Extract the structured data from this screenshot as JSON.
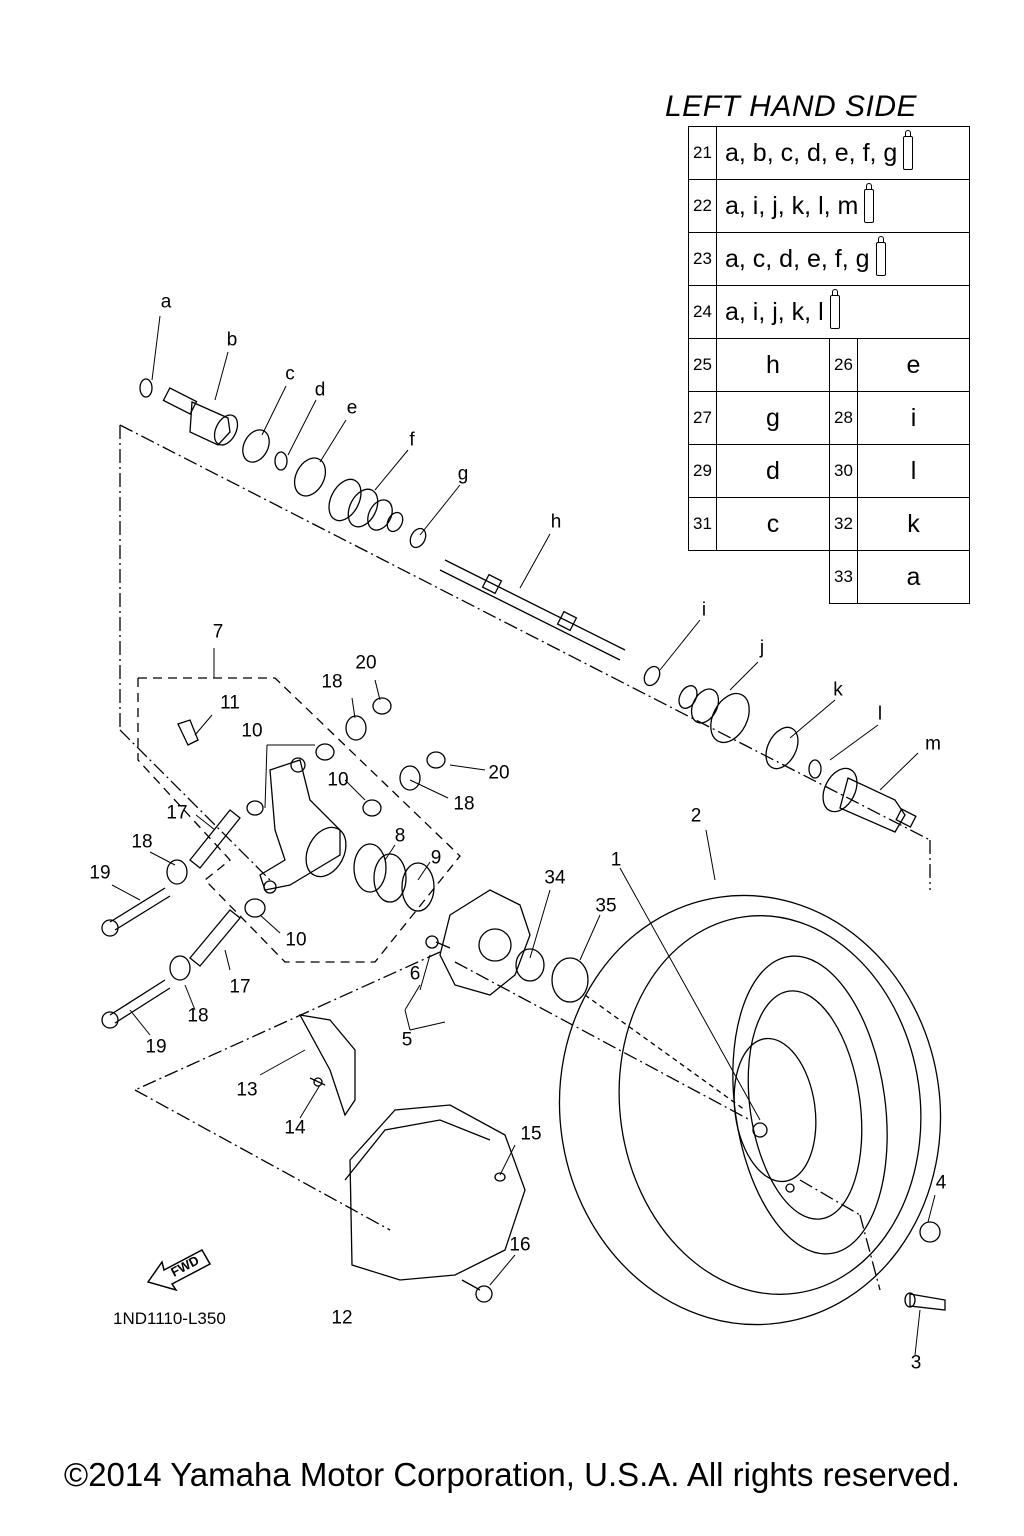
{
  "title": "LEFT HAND SIDE",
  "table": [
    {
      "num": "21",
      "value": "a, b, c, d, e, f, g",
      "tube": true
    },
    {
      "num": "22",
      "value": "a, i, j, k, l, m",
      "tube": true
    },
    {
      "num": "23",
      "value": "a, c, d, e, f, g",
      "tube": true
    },
    {
      "num": "24",
      "value": "a, i, j, k, l",
      "tube": true
    },
    {
      "pair": [
        {
          "num": "25",
          "value": "h"
        },
        {
          "num": "26",
          "value": "e"
        }
      ]
    },
    {
      "pair": [
        {
          "num": "27",
          "value": "g"
        },
        {
          "num": "28",
          "value": "i"
        }
      ]
    },
    {
      "pair": [
        {
          "num": "29",
          "value": "d"
        },
        {
          "num": "30",
          "value": "l"
        }
      ]
    },
    {
      "pair": [
        {
          "num": "31",
          "value": "c"
        },
        {
          "num": "32",
          "value": "k"
        }
      ]
    },
    {
      "single": {
        "num": "33",
        "value": "a"
      }
    }
  ],
  "callouts": {
    "a": "a",
    "b": "b",
    "c": "c",
    "d": "d",
    "e": "e",
    "f": "f",
    "g": "g",
    "h": "h",
    "i": "i",
    "j": "j",
    "k": "k",
    "l": "l",
    "m": "m",
    "n1": "1",
    "n2": "2",
    "n3": "3",
    "n4": "4",
    "n5": "5",
    "n6": "6",
    "n7": "7",
    "n8": "8",
    "n9": "9",
    "n10a": "10",
    "n10b": "10",
    "n10c": "10",
    "n11": "11",
    "n12": "12",
    "n13": "13",
    "n14": "14",
    "n15": "15",
    "n16": "16",
    "n17a": "17",
    "n17b": "17",
    "n18a": "18",
    "n18b": "18",
    "n18c": "18",
    "n18d": "18",
    "n19a": "19",
    "n19b": "19",
    "n20a": "20",
    "n20b": "20",
    "n34": "34",
    "n35": "35"
  },
  "fwd": "FWD",
  "figure_code": "1ND1110-L350",
  "copyright": "©2014 Yamaha Motor Corporation, U.S.A. All rights reserved."
}
